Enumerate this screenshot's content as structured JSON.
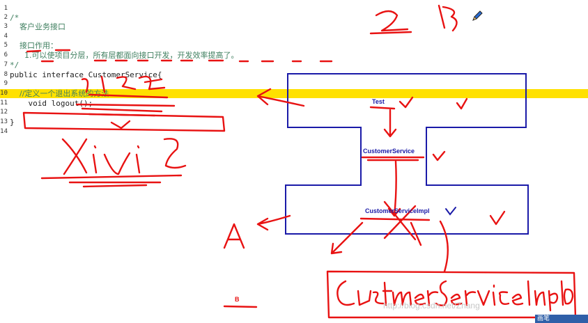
{
  "editor": {
    "lines": [
      {
        "num": "1",
        "text": ""
      },
      {
        "num": "2",
        "text": "/*"
      },
      {
        "num": "3",
        "text": "    客户业务接口"
      },
      {
        "num": "4",
        "text": ""
      },
      {
        "num": "5",
        "text": "    接口作用："
      },
      {
        "num": "6",
        "text": "      1.可以使项目分层，所有层都面向接口开发，开发效率提高了。"
      },
      {
        "num": "7",
        "text": "*/"
      },
      {
        "num": "8",
        "text": "public interface CustomerService{"
      },
      {
        "num": "9",
        "text": ""
      },
      {
        "num": "10",
        "text": "    //定义一个退出系统的方法"
      },
      {
        "num": "11",
        "text": "    void logout();"
      },
      {
        "num": "12",
        "text": ""
      },
      {
        "num": "13",
        "text": "}"
      },
      {
        "num": "14",
        "text": ""
      }
    ]
  },
  "diagram": {
    "labels": {
      "test": "Test",
      "service": "CustomerService",
      "impl": "CustomerServiceImpl",
      "b": "B"
    }
  },
  "watermark": "http://blog.csdn.net/Zhang",
  "taskbar": {
    "button_label": "画笔"
  },
  "colors": {
    "highlight": "#ffe100",
    "ink_red": "#e81212",
    "diagram_blue": "#1a1aa8"
  }
}
